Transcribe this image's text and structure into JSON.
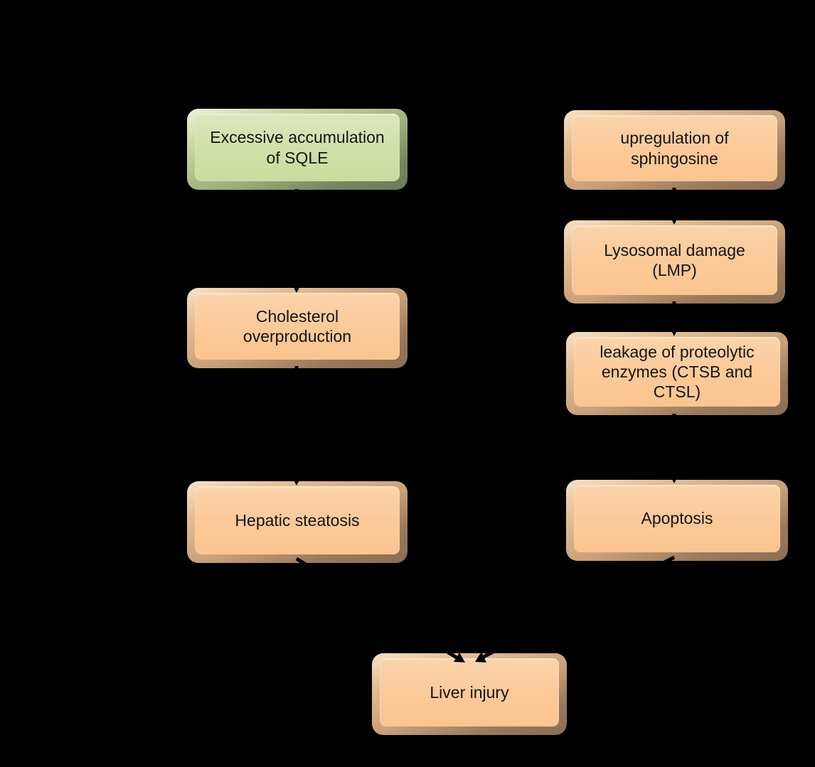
{
  "diagram": {
    "background_color": "#000000",
    "text_color": "#141414",
    "node_fill_orange": "#FCC998",
    "node_fill_green": "#CFDFA6",
    "bevel_dark_orange": "#8A6D55",
    "bevel_dark_green": "#6E7B57",
    "arrow_color": "#000000",
    "nodes": {
      "sqle": {
        "label": "Excessive accumulation of SQLE",
        "variant": "green"
      },
      "sphingosine": {
        "label": "upregulation of sphingosine",
        "variant": "orange"
      },
      "lysosomal": {
        "label": "Lysosomal damage (LMP)",
        "variant": "orange"
      },
      "cholesterol": {
        "label": "Cholesterol overproduction",
        "variant": "orange"
      },
      "leakage": {
        "label": "leakage of proteolytic enzymes (CTSB and CTSL)",
        "variant": "orange"
      },
      "hepatic": {
        "label": "Hepatic steatosis",
        "variant": "orange"
      },
      "apoptosis": {
        "label": "Apoptosis",
        "variant": "orange"
      },
      "liver": {
        "label": "Liver injury",
        "variant": "orange"
      }
    },
    "edges": [
      {
        "from": "Excessive accumulation of SQLE",
        "to": "Cholesterol overproduction"
      },
      {
        "from": "Cholesterol overproduction",
        "to": "Hepatic steatosis"
      },
      {
        "from": "Hepatic steatosis",
        "to": "Liver injury"
      },
      {
        "from": "upregulation of sphingosine",
        "to": "Lysosomal damage (LMP)"
      },
      {
        "from": "Lysosomal damage (LMP)",
        "to": "leakage of proteolytic enzymes (CTSB and CTSL)"
      },
      {
        "from": "leakage of proteolytic enzymes (CTSB and CTSL)",
        "to": "Apoptosis"
      },
      {
        "from": "Apoptosis",
        "to": "Liver injury"
      }
    ]
  }
}
